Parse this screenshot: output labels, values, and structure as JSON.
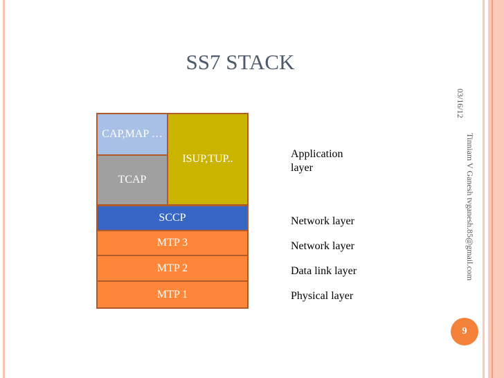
{
  "title": "SS7 STACK",
  "stack": {
    "cap_map": "CAP,MAP …",
    "tcap": "TCAP",
    "isup_tup": "ISUP,TUP..",
    "sccp": "SCCP",
    "mtp3": "MTP 3",
    "mtp2": "MTP 2",
    "mtp1": "MTP 1"
  },
  "labels": {
    "application": "Application layer",
    "network1": "Network layer",
    "network2": "Network layer",
    "datalink": "Data link layer",
    "physical": "Physical layer"
  },
  "footer": {
    "date": "03/16/12",
    "author": "Tinniam V Ganesh tvganesh.85@gmail.com",
    "page": "9"
  },
  "colors": {
    "cap": "#a9c0e6",
    "tcap": "#a0a0a0",
    "isup": "#cbb400",
    "sccp": "#3766c4",
    "mtp": "#fd8638",
    "accent": "#f5823a"
  }
}
